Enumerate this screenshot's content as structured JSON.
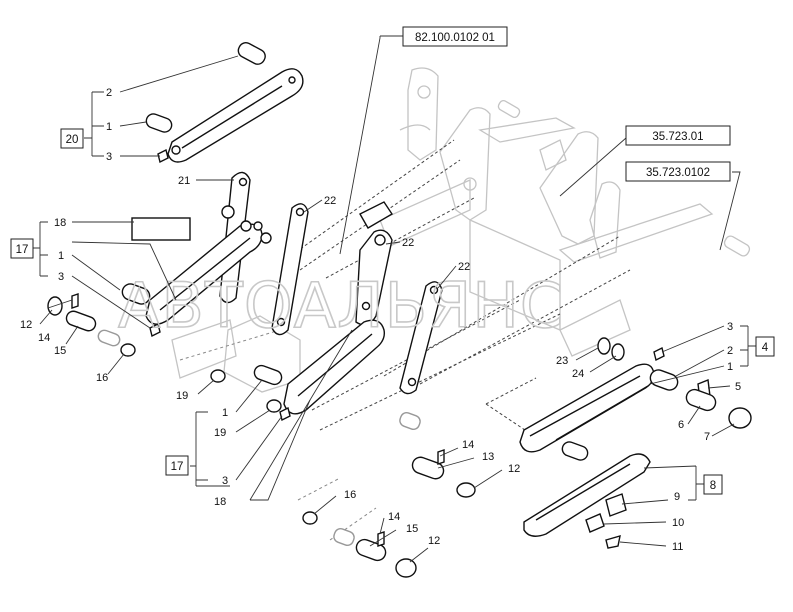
{
  "refs": {
    "r1": "82.100.0102 01",
    "r2": "35.723.01",
    "r3": "35.723.0102"
  },
  "groups": {
    "g20": "20",
    "g17a": "17",
    "g17b": "17",
    "g4": "4",
    "g8": "8"
  },
  "labels": {
    "n2_top": "2",
    "n1_top": "1",
    "n3_top": "3",
    "n21": "21",
    "n22_a": "22",
    "n22_b": "22",
    "n22_c": "22",
    "n18_left": "18",
    "n1_left": "1",
    "n3_left": "3",
    "n12_left": "12",
    "n14_left": "14",
    "n15_left": "15",
    "n16_left": "16",
    "n19_a": "19",
    "n1_mid": "1",
    "n19_b": "19",
    "n3_mid": "3",
    "n18_mid": "18",
    "n14_mid": "14",
    "n13": "13",
    "n12_mid": "12",
    "n16_bot": "16",
    "n14_bot": "14",
    "n15_bot": "15",
    "n12_bot": "12",
    "n3_right": "3",
    "n2_right": "2",
    "n1_right": "1",
    "n23": "23",
    "n24": "24",
    "n5": "5",
    "n6": "6",
    "n7": "7",
    "n9": "9",
    "n10": "10",
    "n11": "11"
  },
  "watermark": "АВТОАЛЬЯНС"
}
